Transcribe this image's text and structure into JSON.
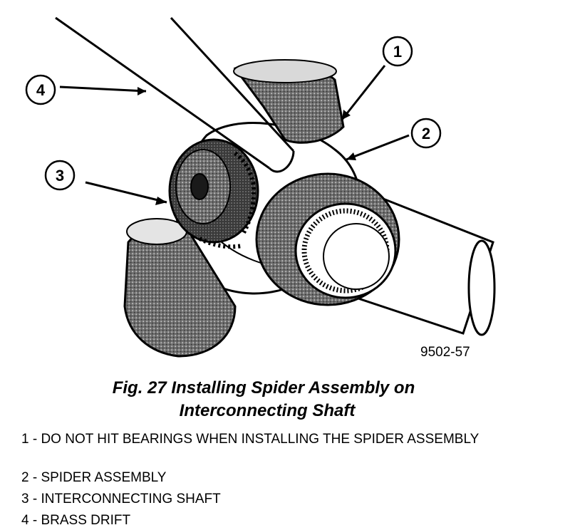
{
  "figure_number": "9502-57",
  "callouts": [
    "1",
    "2",
    "3",
    "4"
  ],
  "caption": {
    "line1": "Fig. 27 Installing Spider Assembly on",
    "line2": "Interconnecting Shaft"
  },
  "legend": [
    "1 - DO NOT HIT BEARINGS WHEN INSTALLING THE SPIDER ASSEMBLY",
    "2 - SPIDER ASSEMBLY",
    "3 - INTERCONNECTING SHAFT",
    "4 - BRASS DRIFT"
  ]
}
